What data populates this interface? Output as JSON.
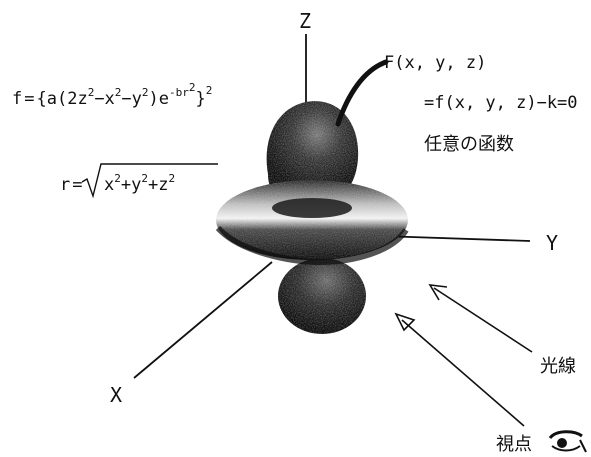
{
  "axes": {
    "z_label": "Z",
    "y_label": "Y",
    "x_label": "X"
  },
  "equations": {
    "f_def": {
      "lhs": "f",
      "eq": "=",
      "open": "{a(2z",
      "sup1": "2",
      "minus_x": "−x",
      "sup2": "2",
      "minus_y": "−y",
      "sup3": "2",
      "close_e": ")e",
      "exp": "-br",
      "exp_sup": "2",
      "brace_close": "}",
      "outer_sup": "2"
    },
    "r_def": {
      "lhs": "r",
      "eq": "=",
      "x_term": "x",
      "sup_x": "2",
      "y_term": "+y",
      "sup_y": "2",
      "z_term": "+z",
      "sup_z": "2"
    },
    "F_def": {
      "line1": "F(x, y, z)",
      "line2": "=f(x, y, z)−k=0"
    }
  },
  "labels": {
    "arbitrary_function": "任意の函数",
    "light_ray": "光線",
    "viewpoint": "視点"
  },
  "icons": {
    "viewpoint": "eye-icon"
  },
  "colors": {
    "ink": "#111111",
    "surface_dark": "#1a1a1a",
    "surface_light": "#e8e8e8"
  }
}
